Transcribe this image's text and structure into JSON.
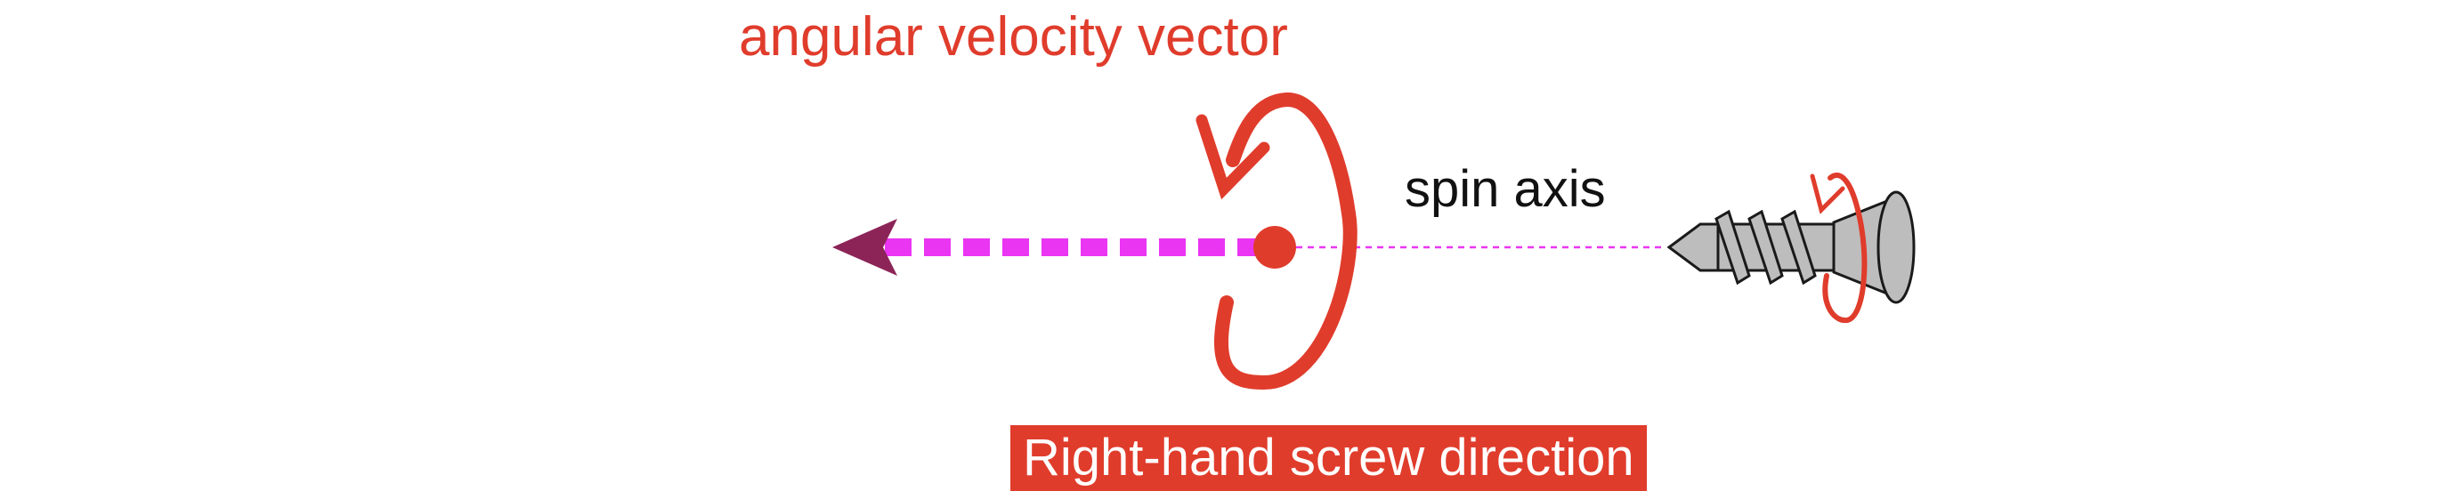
{
  "labels": {
    "title": "angular velocity vector",
    "spin_axis": "spin axis",
    "direction_badge": "Right-hand screw direction"
  },
  "colors": {
    "red": "#e03c2c",
    "magenta": "#ea35f3",
    "arrowhead": "#8c2458",
    "badge_text": "#ffffff",
    "label_text": "#111111",
    "screw_fill": "#bdbdbd",
    "screw_stroke": "#1a1a1a",
    "background": "#ffffff"
  },
  "icons": {
    "rotation": "curved-rotation-arrow",
    "screw": "screw-icon"
  }
}
